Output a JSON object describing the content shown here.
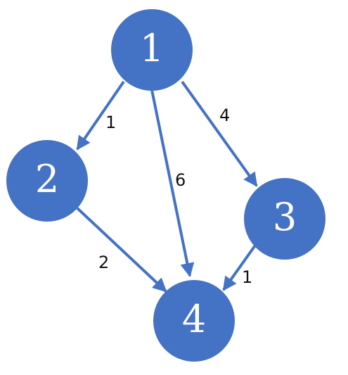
{
  "colors": {
    "node_fill": "#4472C4",
    "edge": "#4472C4",
    "node_text": "#ffffff",
    "edge_text": "#111111"
  },
  "nodes": [
    {
      "id": "1",
      "label": "1"
    },
    {
      "id": "2",
      "label": "2"
    },
    {
      "id": "3",
      "label": "3"
    },
    {
      "id": "4",
      "label": "4"
    }
  ],
  "edges": [
    {
      "from": "1",
      "to": "2",
      "weight": "1"
    },
    {
      "from": "1",
      "to": "4",
      "weight": "6"
    },
    {
      "from": "1",
      "to": "3",
      "weight": "4"
    },
    {
      "from": "2",
      "to": "4",
      "weight": "2"
    },
    {
      "from": "3",
      "to": "4",
      "weight": "1"
    }
  ]
}
